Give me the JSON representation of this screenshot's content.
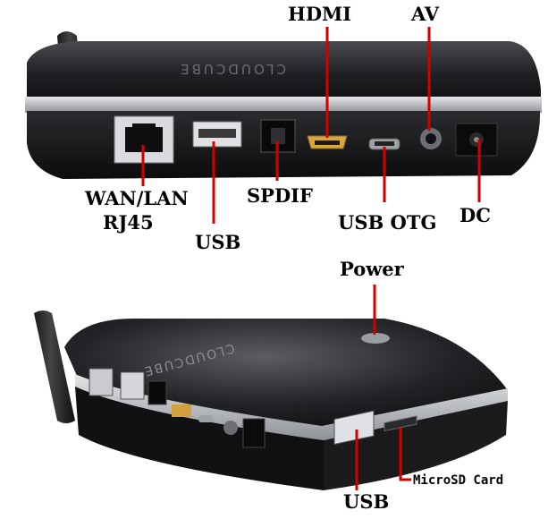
{
  "brand": "CLOUDCUBE",
  "top_view": {
    "labels": {
      "hdmi": "HDMI",
      "av": "AV",
      "wan_lan_line1": "WAN/LAN",
      "wan_lan_line2": "RJ45",
      "spdif": "SPDIF",
      "usb": "USB",
      "usb_otg": "USB OTG",
      "dc": "DC"
    }
  },
  "bottom_view": {
    "labels": {
      "power": "Power",
      "usb": "USB",
      "microsd": "MicroSD Card"
    }
  },
  "colors": {
    "callout_line": "#d10000",
    "device_body": "#1a1a1c",
    "silver_rim": "#b9bcc0"
  }
}
